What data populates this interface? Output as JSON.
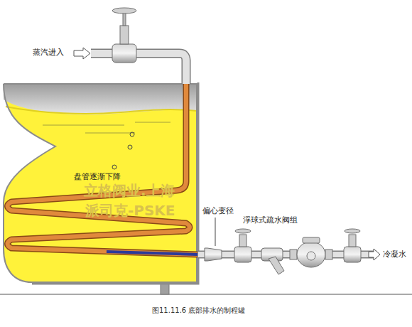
{
  "diagram": {
    "caption": "图11.11.6 底部排水的制程罐",
    "labels": [
      "蒸汽进入",
      "盘管逐渐下降",
      "偏心变径",
      "浮球式疏水阀组",
      "冷凝水",
      "立格阀业.上海",
      "派司克-PSKE"
    ]
  }
}
